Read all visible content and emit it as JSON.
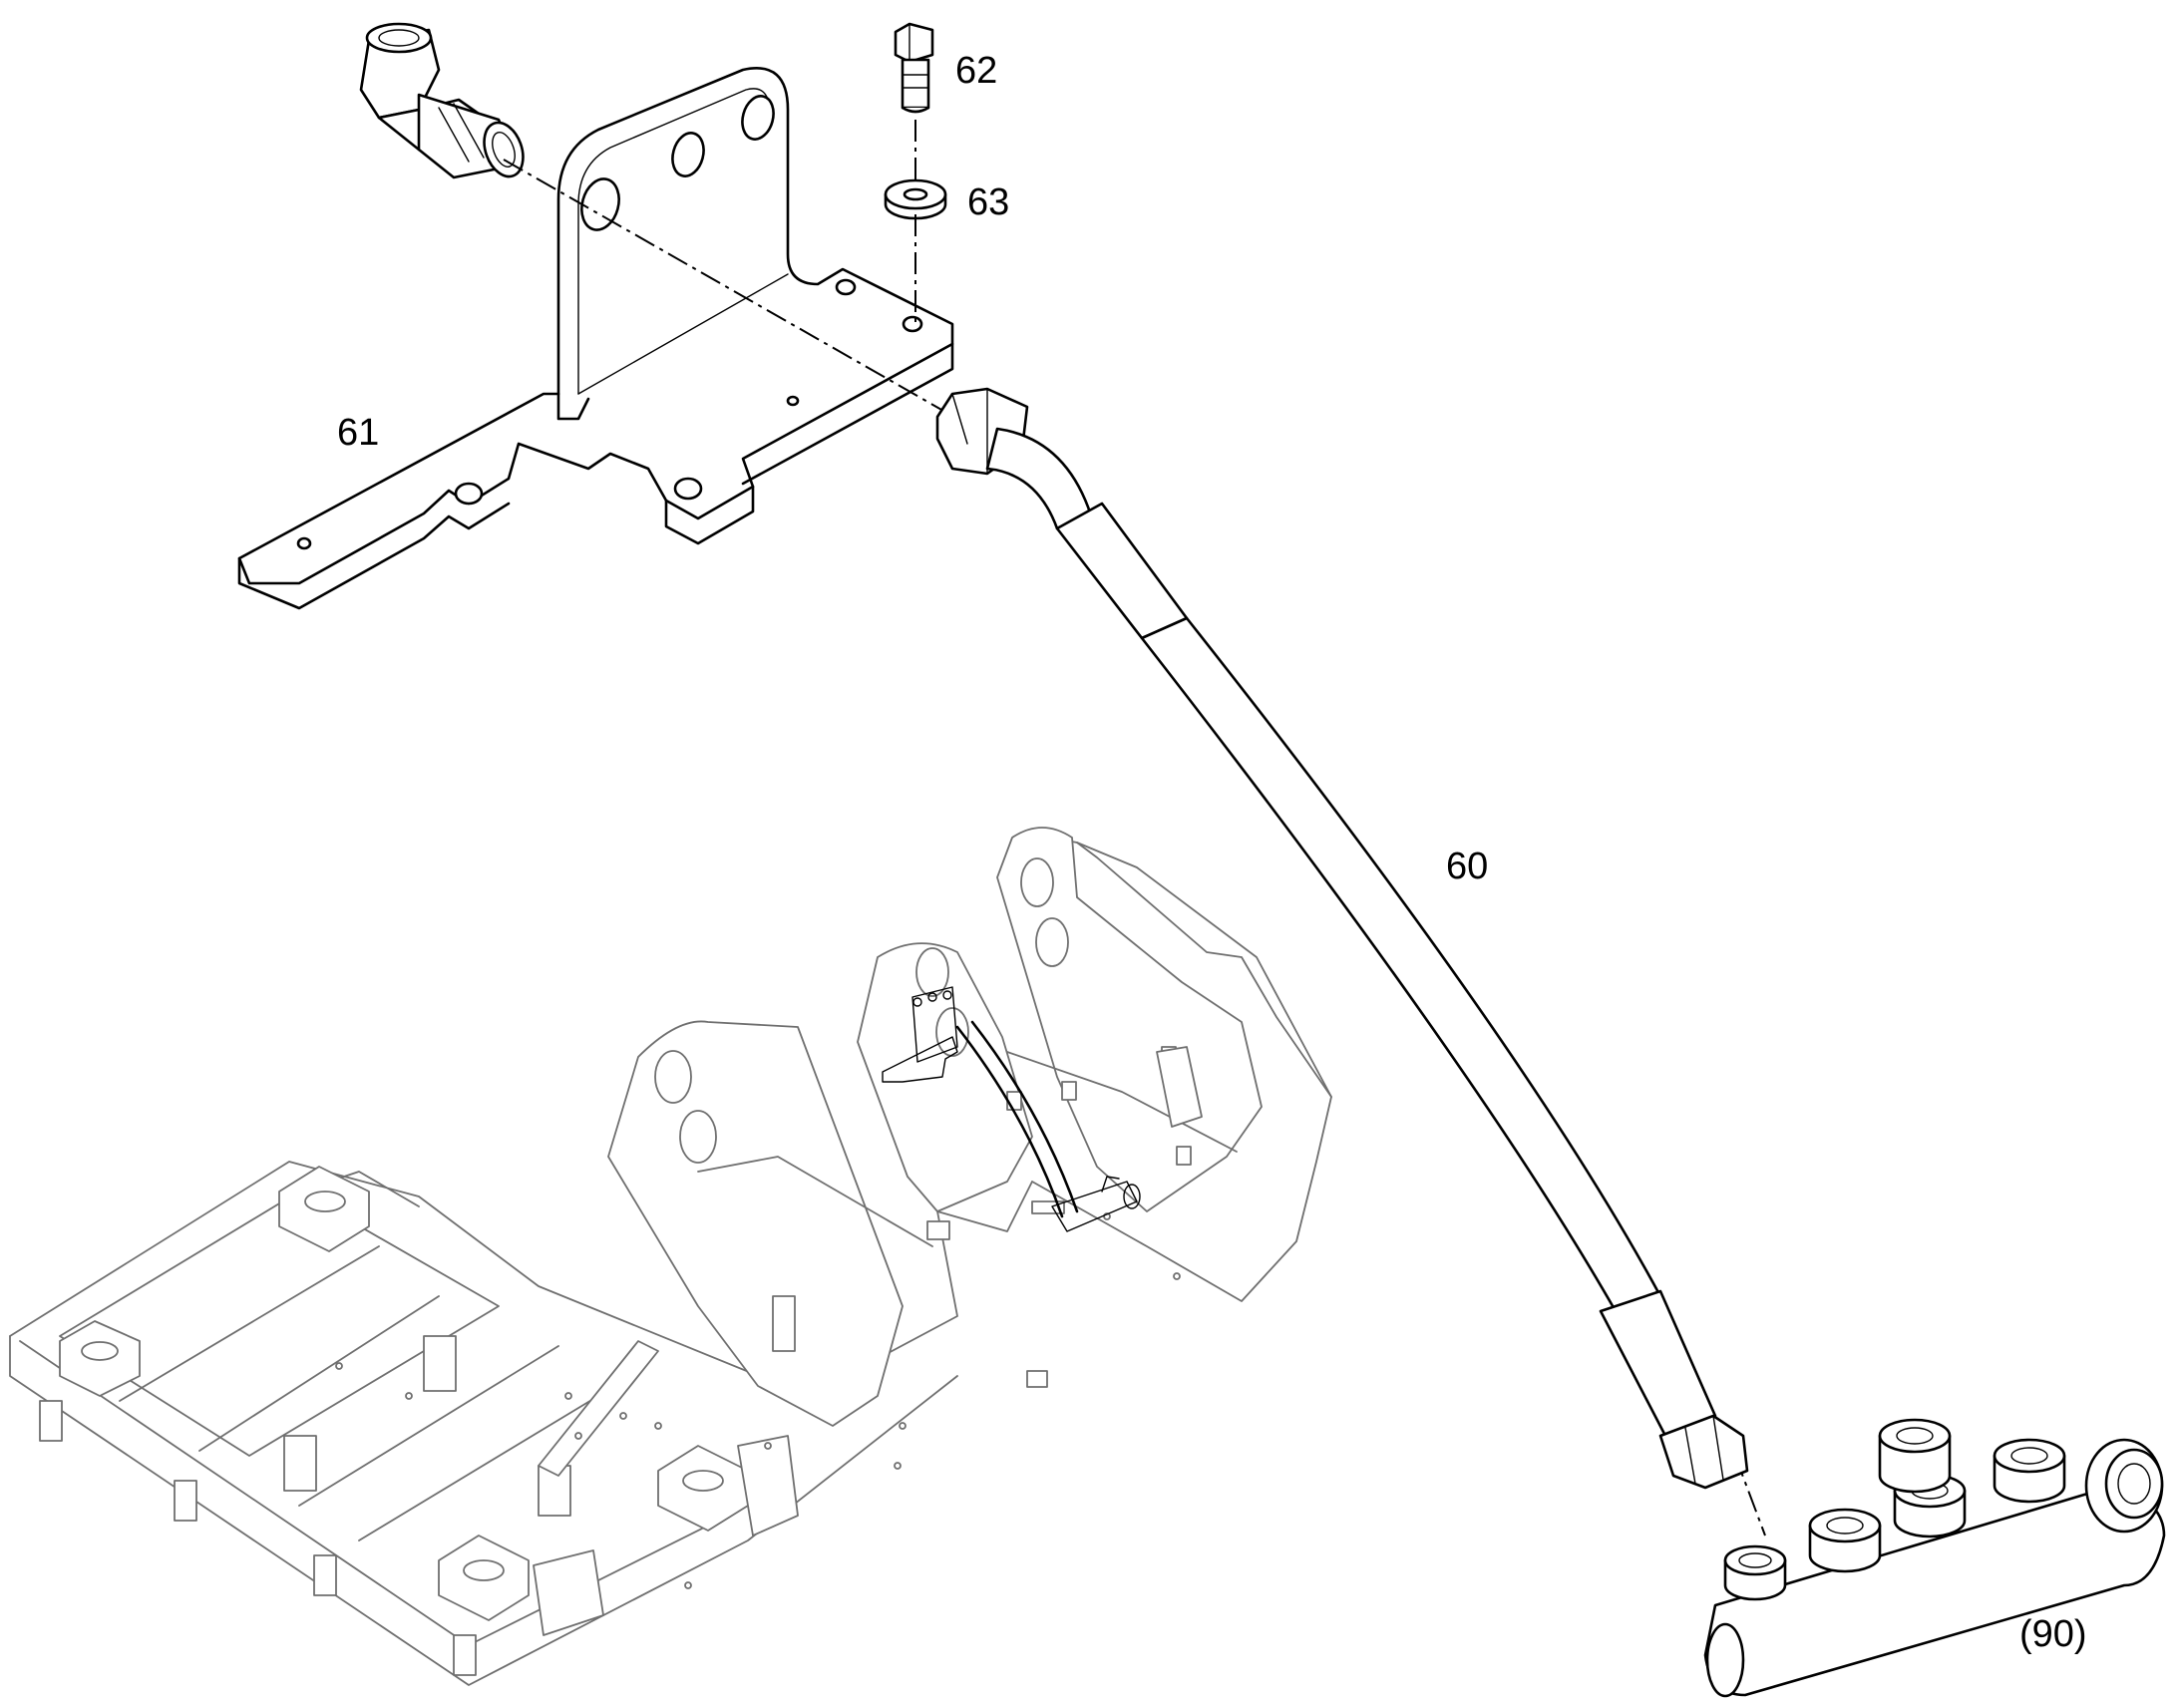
{
  "callouts": {
    "hose": "60",
    "bracket": "61",
    "screw": "62",
    "washer": "63",
    "manifold": "(90)"
  }
}
